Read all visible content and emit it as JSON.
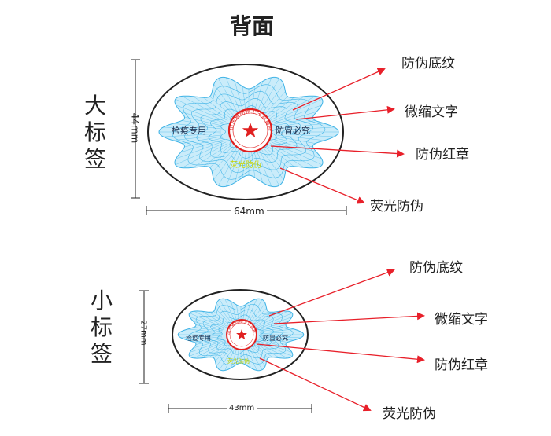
{
  "title": "背面",
  "large": {
    "name_chars": [
      "大",
      "标",
      "签"
    ],
    "width_label": "64mm",
    "height_label": "44mm",
    "left_text": "检疫专用",
    "right_text": "防冒必究",
    "seal_text": "山东省动物卫生监督所",
    "bottom_text": "荧光防伪"
  },
  "small": {
    "name_chars": [
      "小",
      "标",
      "签"
    ],
    "width_label": "43mm",
    "height_label": "27mm",
    "left_text": "检疫专用",
    "right_text": "防冒必究",
    "seal_text": "山东省动物卫生监督所",
    "bottom_text": "荧光防伪"
  },
  "callouts_large": [
    "防伪底纹",
    "微缩文字",
    "防伪红章",
    "荧光防伪"
  ],
  "callouts_small": [
    "防伪底纹",
    "微缩文字",
    "防伪红章",
    "荧光防伪"
  ],
  "colors": {
    "pattern": "#3fb3e6",
    "pattern_light": "#9fdcf5",
    "seal": "#e02020",
    "arrow": "#e8202a",
    "outline": "#222222",
    "fluorescent": "#c8d400"
  }
}
